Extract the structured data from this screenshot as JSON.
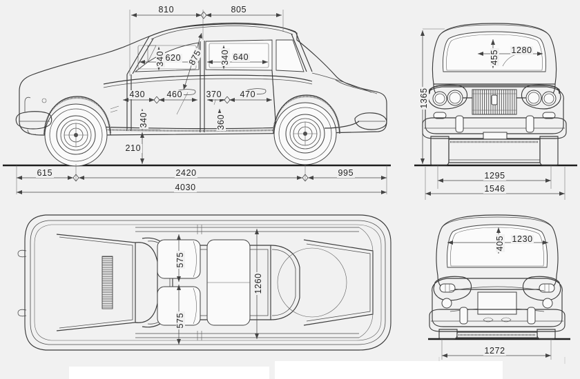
{
  "document": {
    "title": "Automobile orthographic blueprint",
    "units": "mm",
    "background_color": "#f1f1f1",
    "line_color": "#3a3a3a"
  },
  "views": {
    "side": {
      "name": "side-elevation-view",
      "dimensions": {
        "front_door_top": "810",
        "rear_door_top": "805",
        "front_window_height": "340",
        "front_window_width": "620",
        "rear_window_height": "340",
        "rear_window_width": "640",
        "b_pillar_diagonal": "875",
        "front_seat_to_pillar": "430",
        "front_door_lower": "460",
        "center_lower": "370",
        "rear_door_lower": "470",
        "front_sill_height": "340",
        "rear_sill_height": "360",
        "ground_clearance": "210",
        "front_overhang": "615",
        "wheelbase": "2420",
        "rear_overhang": "995",
        "overall_length": "4030"
      }
    },
    "front": {
      "name": "front-elevation-view",
      "dimensions": {
        "windshield_height": "455",
        "windshield_width": "1280",
        "overall_height": "1365",
        "front_track": "1295",
        "overall_width": "1546"
      }
    },
    "top": {
      "name": "top-plan-view",
      "dimensions": {
        "front_seat_width": "575",
        "rear_seat_width": "575",
        "interior_width": "1260"
      }
    },
    "rear": {
      "name": "rear-elevation-view",
      "dimensions": {
        "rear_window_height": "405",
        "rear_window_width": "1230",
        "rear_track": "1272"
      }
    }
  }
}
